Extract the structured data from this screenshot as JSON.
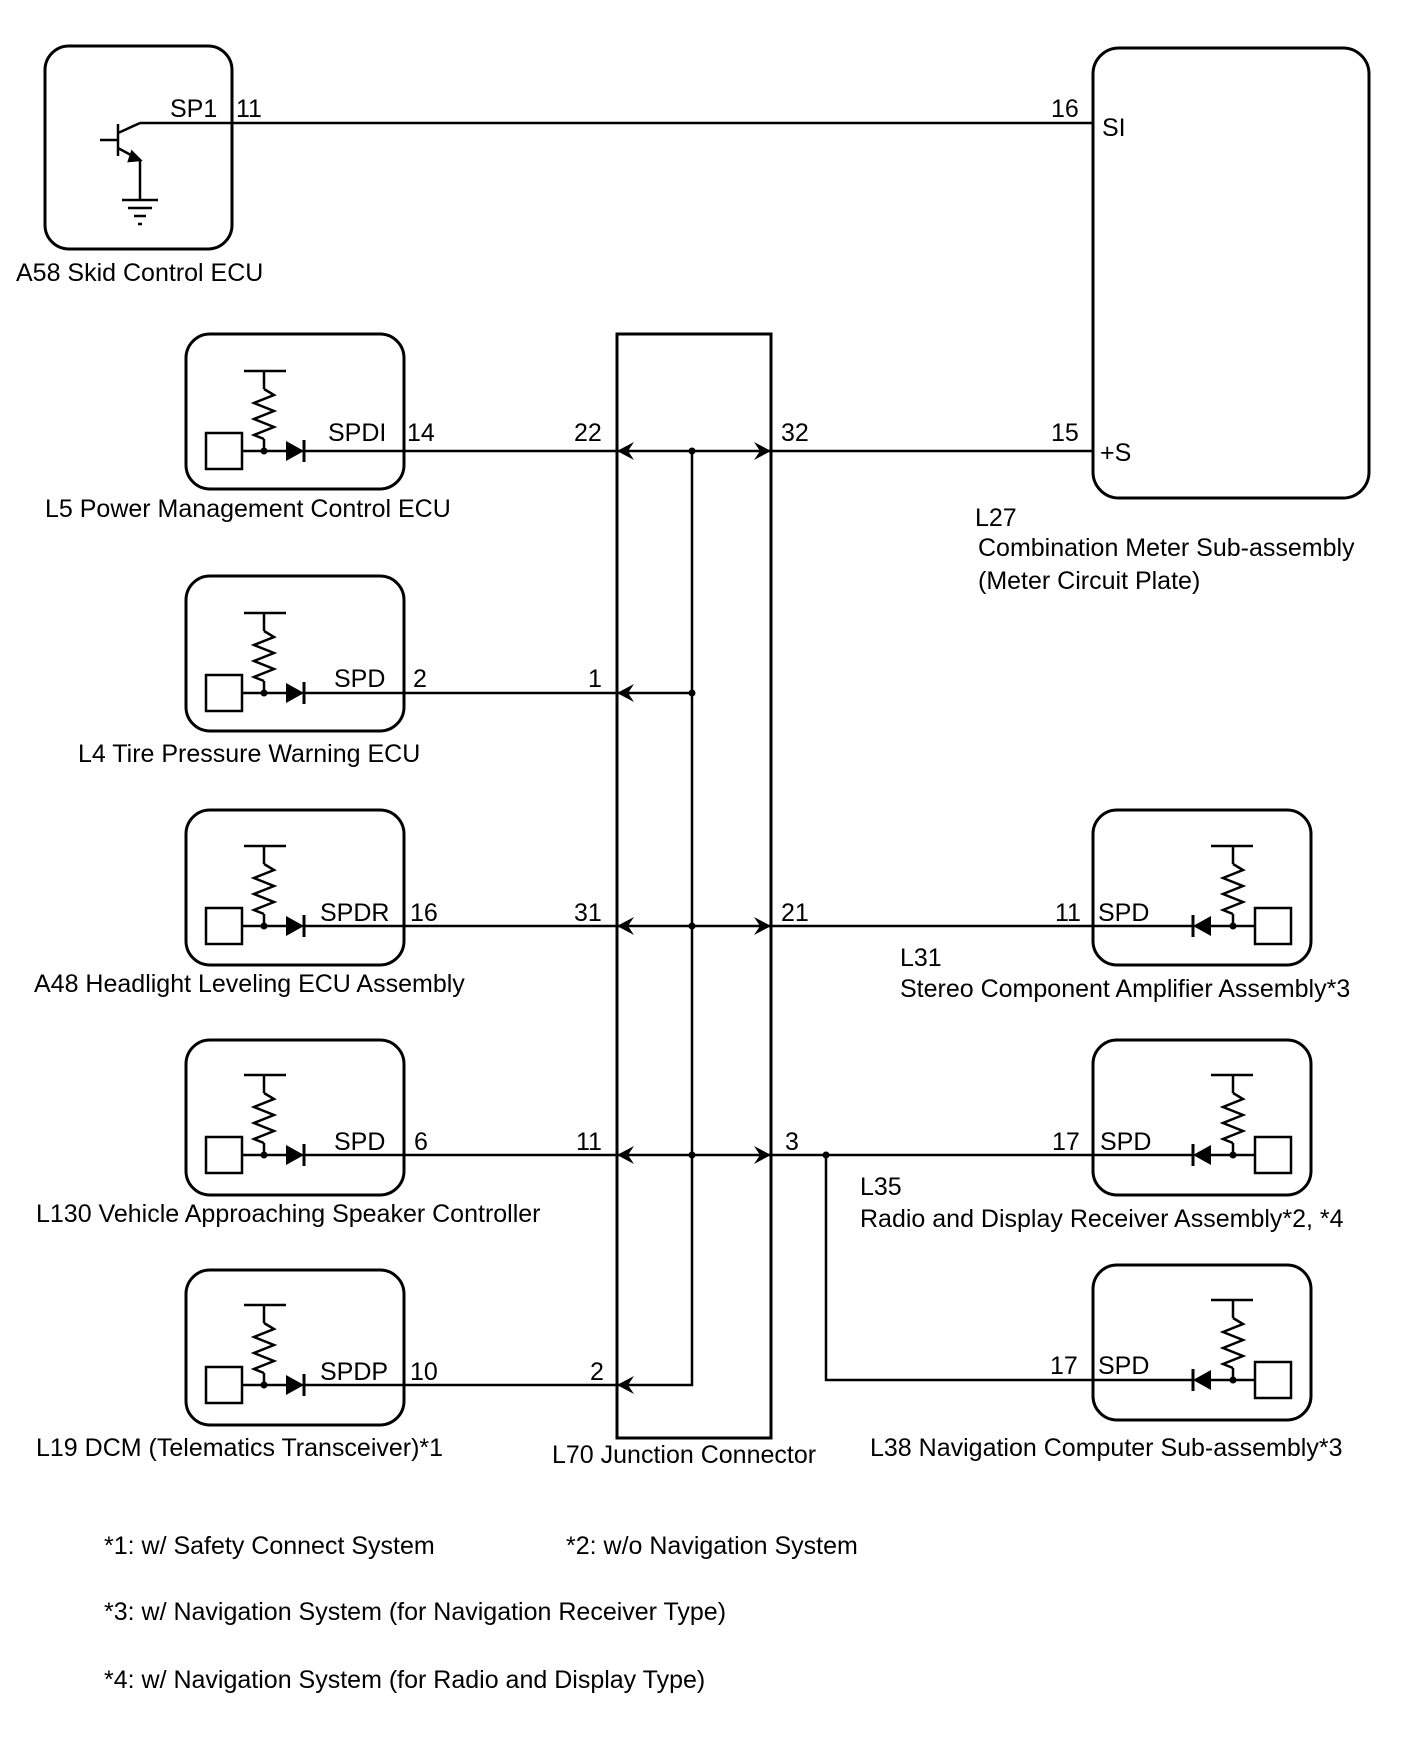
{
  "components": {
    "a58": {
      "label": "A58  Skid Control ECU",
      "signal": "SP1",
      "pin": "11"
    },
    "l27": {
      "code": "L27",
      "name": "Combination Meter Sub-assembly",
      "sub": "(Meter Circuit Plate)",
      "si_pin": "16",
      "si_label": "SI",
      "s_pin": "15",
      "s_label": "+S"
    },
    "l5": {
      "label": "L5  Power Management Control ECU",
      "signal": "SPDI",
      "pin": "14"
    },
    "l4": {
      "label": "L4  Tire Pressure Warning ECU",
      "signal": "SPD",
      "pin": "2"
    },
    "a48": {
      "label": "A48  Headlight Leveling ECU Assembly",
      "signal": "SPDR",
      "pin": "16"
    },
    "l130": {
      "label": "L130  Vehicle Approaching Speaker Controller",
      "signal": "SPD",
      "pin": "6"
    },
    "l19": {
      "label": "L19  DCM (Telematics Transceiver)*1",
      "signal": "SPDP",
      "pin": "10"
    },
    "l31": {
      "code": "L31",
      "name": "Stereo Component Amplifier Assembly*3",
      "signal": "SPD",
      "pin": "11"
    },
    "l35": {
      "code": "L35",
      "name": "Radio and Display Receiver Assembly*2, *4",
      "signal": "SPD",
      "pin": "17"
    },
    "l38": {
      "label": "L38  Navigation Computer Sub-assembly*3",
      "signal": "SPD",
      "pin": "17"
    },
    "l70": {
      "label": "L70  Junction Connector",
      "pins": {
        "p22": "22",
        "p1": "1",
        "p31": "31",
        "p11": "11",
        "p2": "2",
        "p32": "32",
        "p21": "21",
        "p3": "3"
      }
    }
  },
  "notes": [
    "*1: w/ Safety Connect System",
    "*2: w/o Navigation System",
    "*3: w/ Navigation System (for Navigation Receiver Type)",
    "*4: w/ Navigation System (for Radio and Display Type)"
  ]
}
